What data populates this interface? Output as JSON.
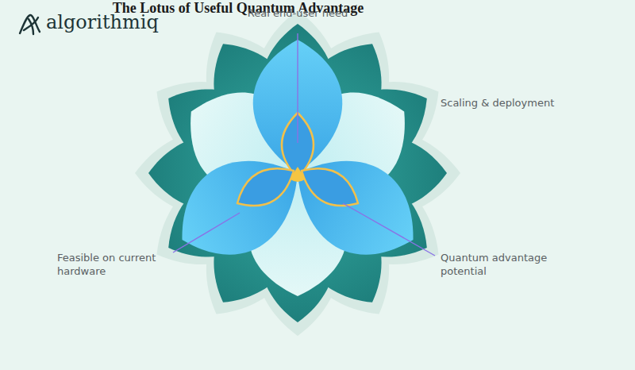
{
  "diagram": {
    "caption": "The Lotus of Useful Quantum Advantage",
    "labels": [
      "algorithmiq",
      "Real end-user need",
      "Scaling & deployment",
      "Feasible on current hardware",
      "Quantum advantage potential"
    ]
  }
}
